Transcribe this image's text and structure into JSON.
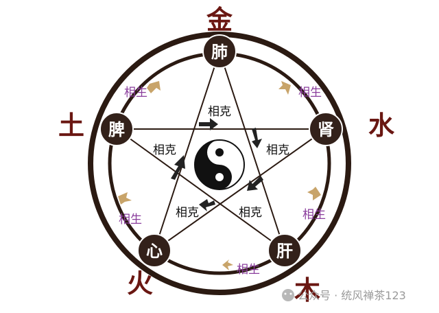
{
  "elements": {
    "metal": "金",
    "water": "水",
    "wood": "木",
    "fire": "火",
    "earth": "土"
  },
  "organs": {
    "lung": "肺",
    "kidney": "肾",
    "liver": "肝",
    "heart": "心",
    "spleen": "脾"
  },
  "relations": {
    "restrain": "相克",
    "generate": "相生"
  },
  "watermark": "公众号 · 统风禅茶123",
  "colors": {
    "ring": "#2b1a12",
    "organ_fill": "#33211a",
    "element_text": "#6a1712",
    "generate_text": "#8a3d9c",
    "generate_arrow": "#c8a46a",
    "restrain_text": "#111111",
    "restrain_arrow": "#222222"
  }
}
